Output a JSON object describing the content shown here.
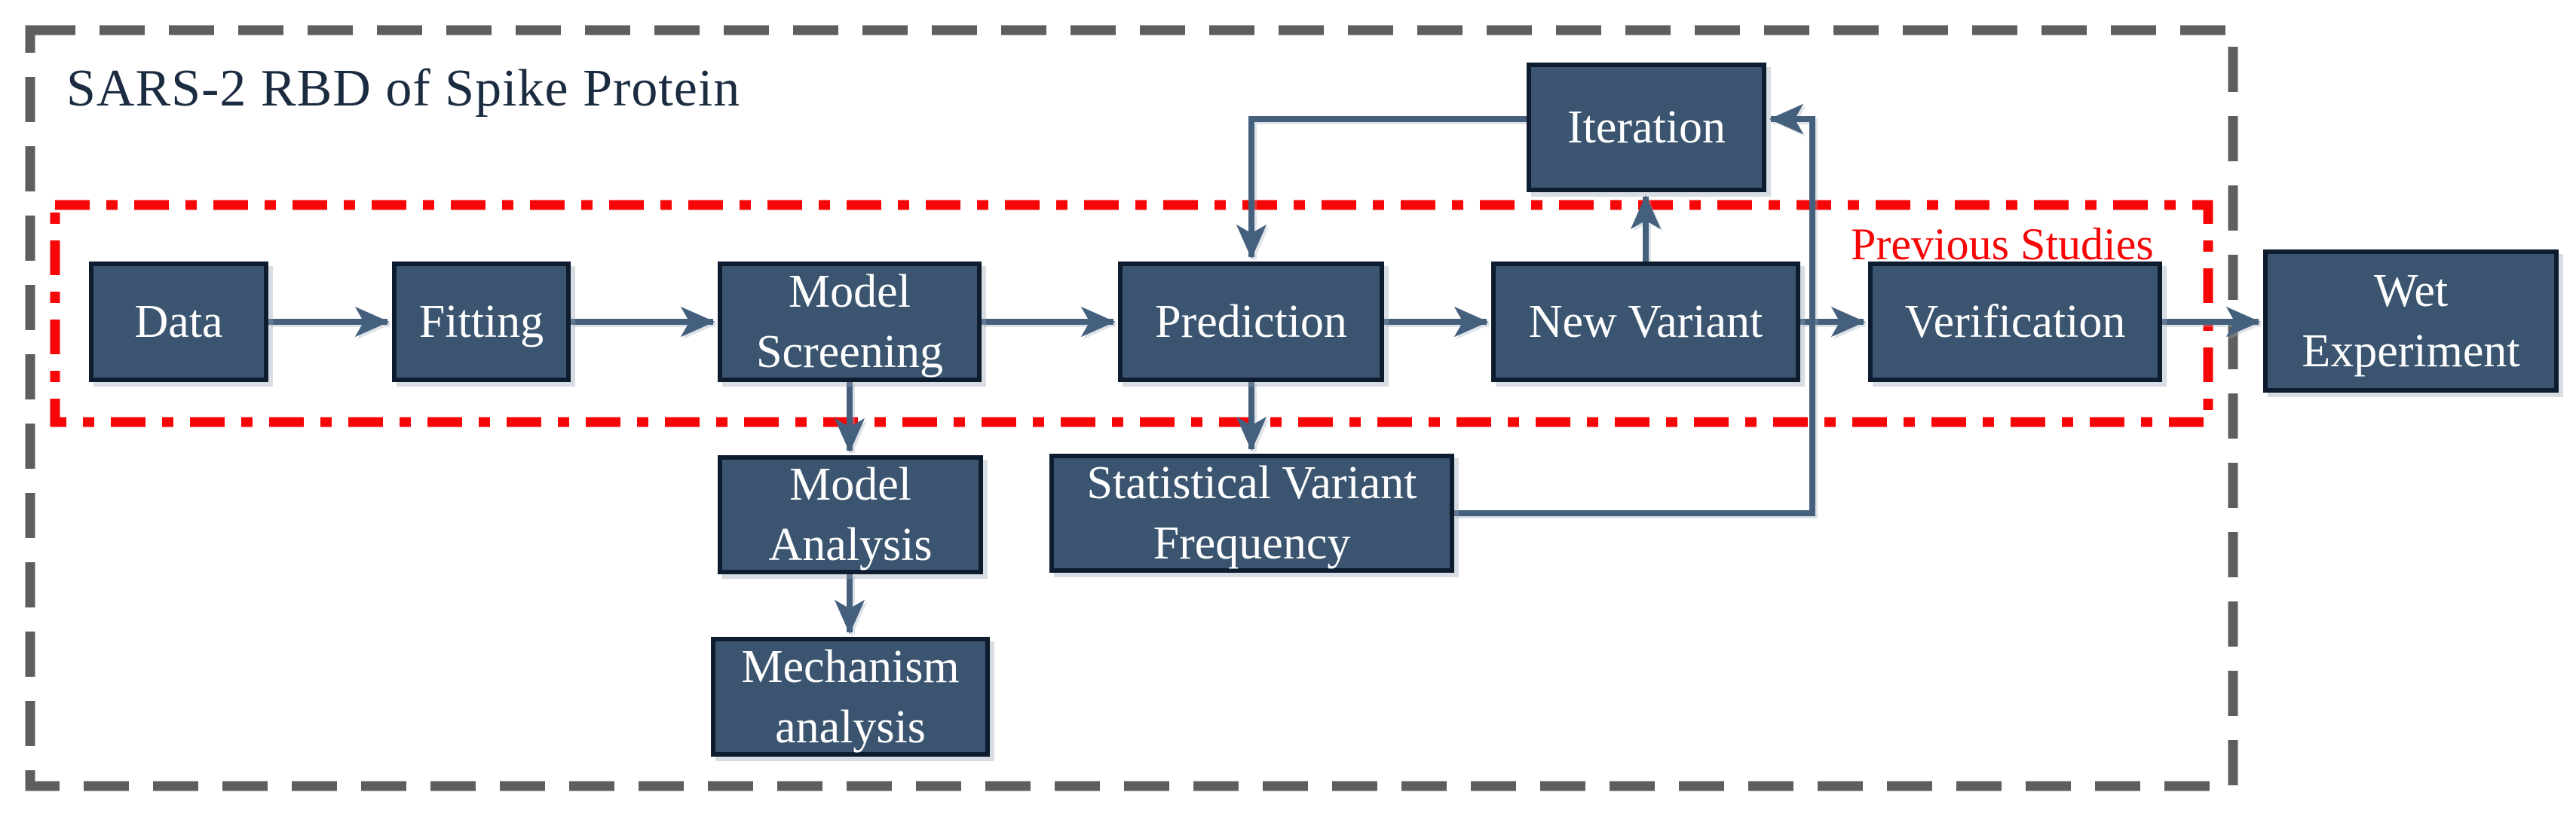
{
  "theme": {
    "background": "#FFFFFF",
    "box_fill": "#3B5570",
    "box_border": "#0D1C2E",
    "box_text": "#FFFFFF",
    "arrow": "#45607D",
    "frame_gray": "#5E5E5E",
    "accent_red": "#F60606",
    "title_text": "#1B2B40"
  },
  "diagram": {
    "title": "SARS-2 RBD of Spike Protein",
    "region_label": "Previous Studies",
    "nodes": {
      "data": "Data",
      "fitting": "Fitting",
      "model_screening": "Model\nScreening",
      "prediction": "Prediction",
      "new_variant": "New Variant",
      "verification": "Verification",
      "wet_experiment": "Wet\nExperiment",
      "iteration": "Iteration",
      "model_analysis": "Model\nAnalysis",
      "statistical_variant_frequency": "Statistical Variant\nFrequency",
      "mechanism_analysis": "Mechanism\nanalysis"
    }
  }
}
